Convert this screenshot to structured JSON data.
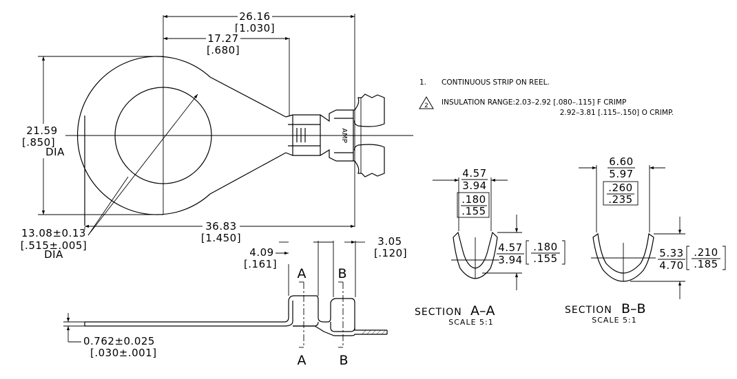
{
  "dimensions": {
    "overall_width_mm": "26.16",
    "overall_width_in": "[1.030]",
    "center_to_barrel_mm": "17.27",
    "center_to_barrel_in": "[.680]",
    "ring_dia_mm": "21.59",
    "ring_dia_in": "[.850]",
    "ring_dia_label": "DIA",
    "stud_hole_mm": "13.08±0.13",
    "stud_hole_in": "[.515±.005]",
    "stud_hole_label": "DIA",
    "overall_length_mm": "36.83",
    "overall_length_in": "[1.450]",
    "barrel_length_mm": "4.09",
    "barrel_length_in": "[.161]",
    "insulation_length_mm": "3.05",
    "insulation_length_in": "[.120]",
    "thickness_mm": "0.762±0.025",
    "thickness_in": "[.030±.001]"
  },
  "stamp": "AMP",
  "section_markers": {
    "a": "A",
    "b": "B"
  },
  "notes": {
    "note1_number": "1.",
    "note1_text": "CONTINUOUS STRIP ON REEL.",
    "note2_number": "2",
    "note2_line1": "INSULATION RANGE:2.03–2.92 [.080–.115] F CRIMP",
    "note2_line2": "2.92–3.81 [.115–.150] O CRIMP."
  },
  "section_aa": {
    "top_mm_upper": "4.57",
    "top_mm_lower": "3.94",
    "top_in_upper": ".180",
    "top_in_lower": ".155",
    "side_mm_upper": "4.57",
    "side_mm_lower": "3.94",
    "side_in_upper": ".180",
    "side_in_lower": ".155",
    "title_word": "SECTION",
    "title_letters": "A–A",
    "scale": "SCALE 5:1"
  },
  "section_bb": {
    "top_mm_upper": "6.60",
    "top_mm_lower": "5.97",
    "top_in_upper": ".260",
    "top_in_lower": ".235",
    "side_mm_upper": "5.33",
    "side_mm_lower": "4.70",
    "side_in_upper": ".210",
    "side_in_lower": ".185",
    "title_word": "SECTION",
    "title_letters": "B–B",
    "scale": "SCALE 5:1"
  }
}
